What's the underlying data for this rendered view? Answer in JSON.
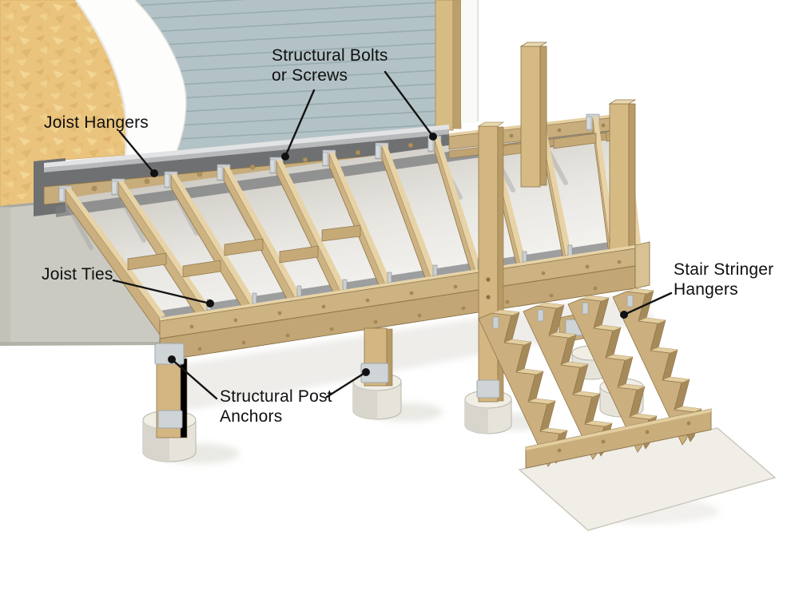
{
  "figure": {
    "title": "Deck framing hardware diagram",
    "type": "technical-illustration",
    "labels": {
      "joist_hangers": "Joist Hangers",
      "structural_bolts": "Structural Bolts\nor Screws",
      "joist_ties": "Joist Ties",
      "post_anchors": "Structural Post\nAnchors",
      "stringer_hangers": "Stair Stringer\nHangers"
    },
    "colors": {
      "wood_face": "#CDB282",
      "wood_top_highlight": "#E7D3A6",
      "wood_dark_side": "#AC9164",
      "galvanized_metal": "#CBD0D4",
      "siding_blue_gray": "#B3C2C6",
      "osb_sheathing": "#EAC47D",
      "house_wrap": "#FDFDFC",
      "foundation_gray": "#CACAC2",
      "concrete_footing": "#EFEDE4",
      "flashing_dark": "#6F7072",
      "label_text": "#101010"
    }
  }
}
